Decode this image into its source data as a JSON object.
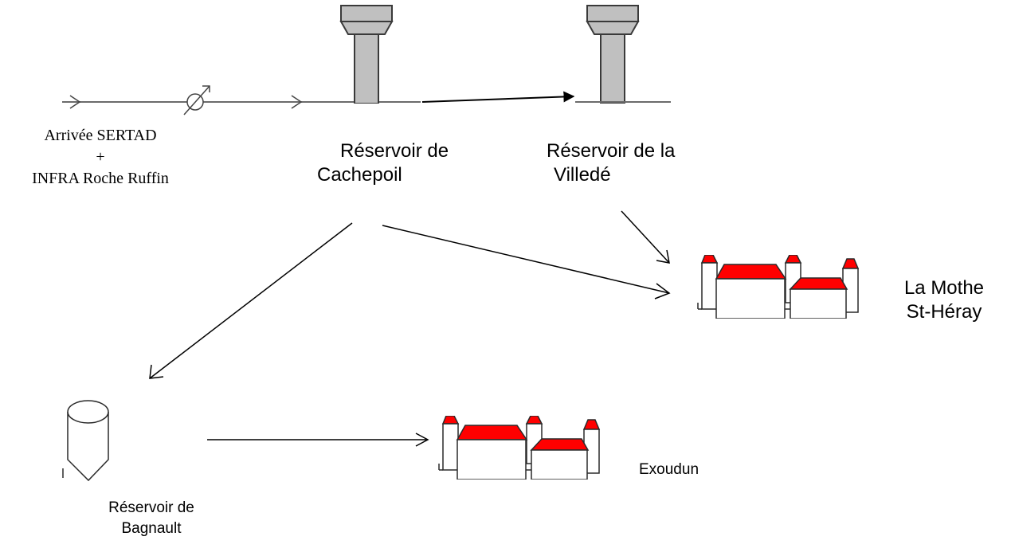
{
  "source": {
    "line1": "Arrivée SERTAD",
    "line2": "+",
    "line3": "INFRA Roche Ruffin"
  },
  "reservoirs": {
    "cachepoil": {
      "line1": "Réservoir de",
      "line2": "Cachepoil"
    },
    "villede": {
      "line1": "Réservoir de la",
      "line2": "Villedé"
    },
    "bagnault": {
      "line1": "Réservoir de",
      "line2": "Bagnault"
    }
  },
  "towns": {
    "la_mothe": {
      "line1": "La Mothe",
      "line2": "St-Héray"
    },
    "exoudun": {
      "line1": "Exoudun"
    }
  },
  "colors": {
    "tower_fill": "#c0c0c0",
    "tower_stroke": "#3a3a3a",
    "pipe": "#6b6b6b",
    "roof_red": "#ff0000",
    "wall": "#ffffff",
    "outline": "#2a2a2a"
  },
  "icons": {
    "water_tower": "water-tower-icon",
    "ground_reservoir": "ground-reservoir-icon",
    "town": "town-houses-icon",
    "meter": "flow-meter-icon"
  }
}
